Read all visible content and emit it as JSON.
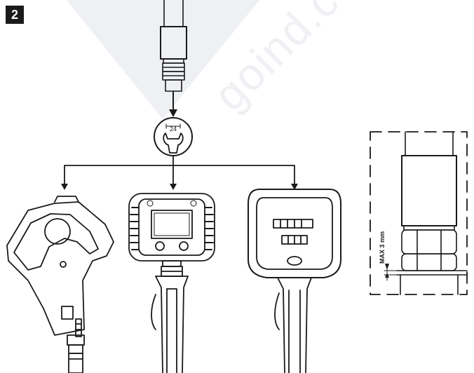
{
  "step": {
    "number": "2"
  },
  "watermark": {
    "text": "goind.com.au"
  },
  "wrench": {
    "size_label": "24"
  },
  "detail": {
    "max_label": "MAX 3 mm"
  },
  "colors": {
    "line": "#1a1a1a",
    "watermark": "#eef0f3",
    "badge": "#1a1a1a"
  },
  "icons": [
    "wrench-icon",
    "down-arrow-icon"
  ]
}
